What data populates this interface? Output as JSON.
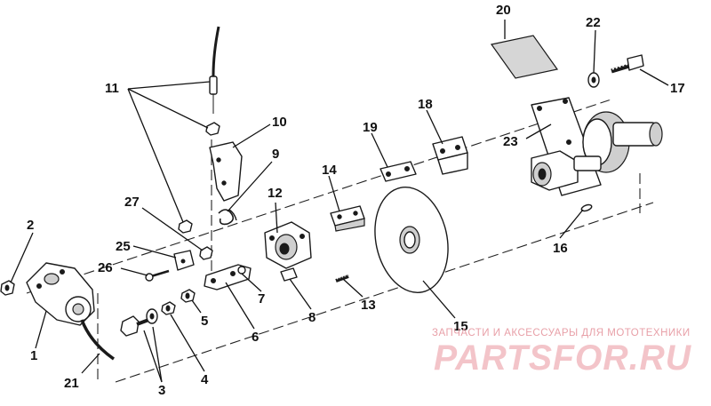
{
  "callouts": {
    "c1": "1",
    "c2": "2",
    "c3": "3",
    "c4": "4",
    "c5": "5",
    "c6": "6",
    "c7": "7",
    "c8": "8",
    "c9": "9",
    "c10": "10",
    "c11": "11",
    "c12": "12",
    "c13": "13",
    "c14": "14",
    "c15": "15",
    "c16": "16",
    "c17": "17",
    "c18": "18",
    "c19": "19",
    "c20": "20",
    "c21": "21",
    "c22": "22",
    "c23": "23",
    "c25": "25",
    "c26": "26",
    "c27": "27"
  },
  "watermark": {
    "subtitle": "ЗАПЧАСТИ И АКСЕССУАРЫ ДЛЯ МОТОТЕХНИКИ",
    "brand": "PARTSFOR.RU",
    "subtitle_color": "#e8a0a8",
    "brand_color": "#f3c4c9"
  }
}
